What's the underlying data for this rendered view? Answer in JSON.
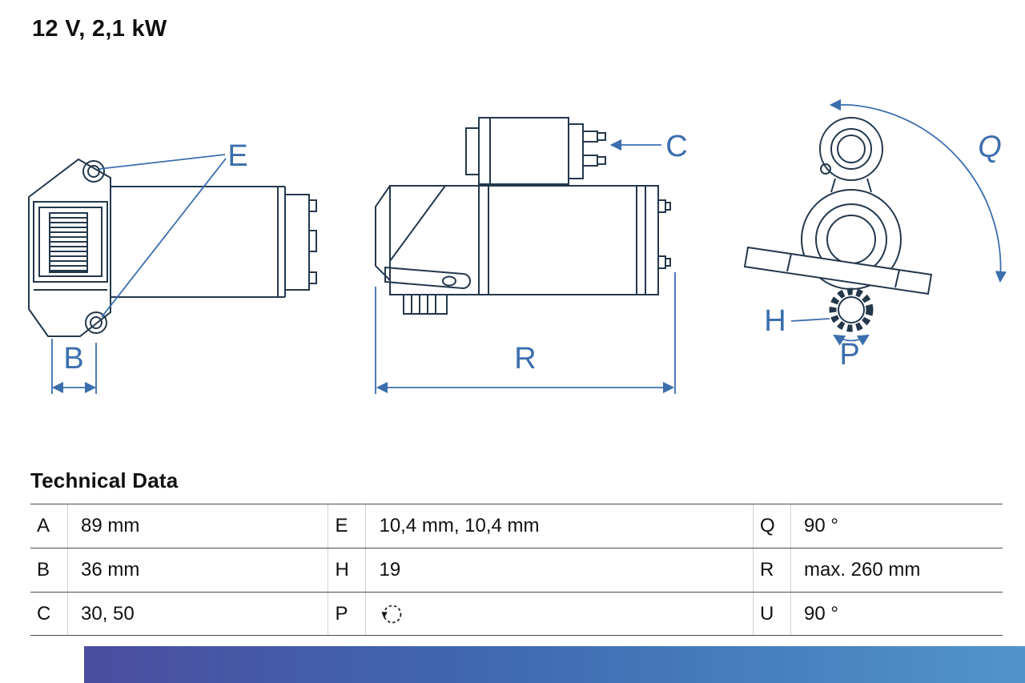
{
  "title": "12 V, 2,1 kW",
  "diagram": {
    "labels": {
      "e": "E",
      "b": "B",
      "c": "C",
      "r": "R",
      "q": "Q",
      "h": "H",
      "p": "P"
    }
  },
  "technical_data": {
    "heading": "Technical Data",
    "rows": [
      {
        "c1k": "A",
        "c1v": "89 mm",
        "c2k": "E",
        "c2v": "10,4 mm, 10,4 mm",
        "c3k": "Q",
        "c3v": "90 °"
      },
      {
        "c1k": "B",
        "c1v": "36 mm",
        "c2k": "H",
        "c2v": "19",
        "c3k": "R",
        "c3v": "max. 260 mm"
      },
      {
        "c1k": "C",
        "c1v": "30, 50",
        "c2k": "P",
        "c2v": "",
        "c3k": "U",
        "c3v": "90 °"
      }
    ],
    "p_value_icon": "rotation-ccw-icon"
  },
  "colors": {
    "drawing_line": "#24384C",
    "dimension_blue": "#3B6EAD",
    "table_line": "#4C4C4C",
    "table_divider": "#D2D2D2",
    "brand_bar_start": "#4A4DA0",
    "brand_bar_mid": "#3F6AB2",
    "brand_bar_end": "#5194CB"
  }
}
